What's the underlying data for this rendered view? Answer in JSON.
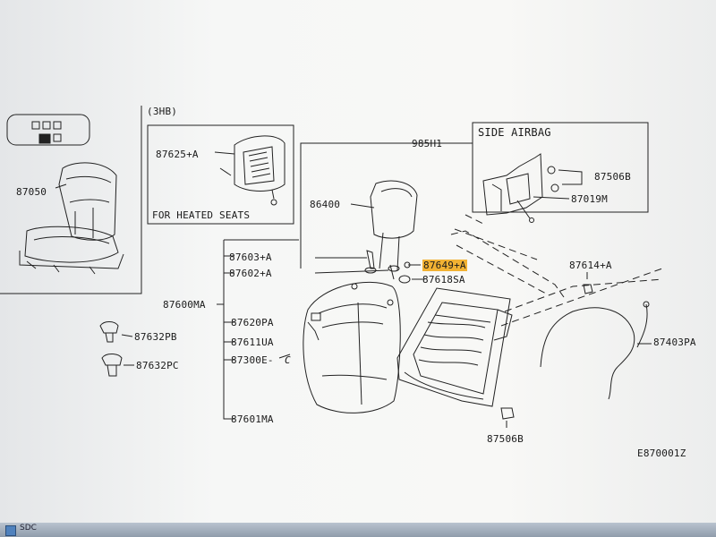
{
  "diagram": {
    "box_3hb_label": "(3HB)",
    "heated_seats_label": "FOR HEATED SEATS",
    "side_airbag_label": "SIDE AIRBAG",
    "diagram_code": "E870001Z",
    "parts": {
      "p87050": "87050",
      "p87625A": "87625+A",
      "p985H1": "985H1",
      "p86400": "86400",
      "p87603A": "87603+A",
      "p87602A": "87602+A",
      "p87649A": "87649+A",
      "p87618SA": "87618SA",
      "p87600MA": "87600MA",
      "p87620PA": "87620PA",
      "p87611UA": "87611UA",
      "p87300E": "87300E-",
      "p87300E_suffix": "C",
      "p87601MA": "87601MA",
      "p87632PB": "87632PB",
      "p87632PC": "87632PC",
      "p87506B_top": "87506B",
      "p87019M": "87019M",
      "p87614A": "87614+A",
      "p87403PA": "87403PA",
      "p87506B_bottom": "87506B"
    },
    "highlight_color": "#f2b233"
  },
  "taskbar": {
    "label": "SDC"
  }
}
